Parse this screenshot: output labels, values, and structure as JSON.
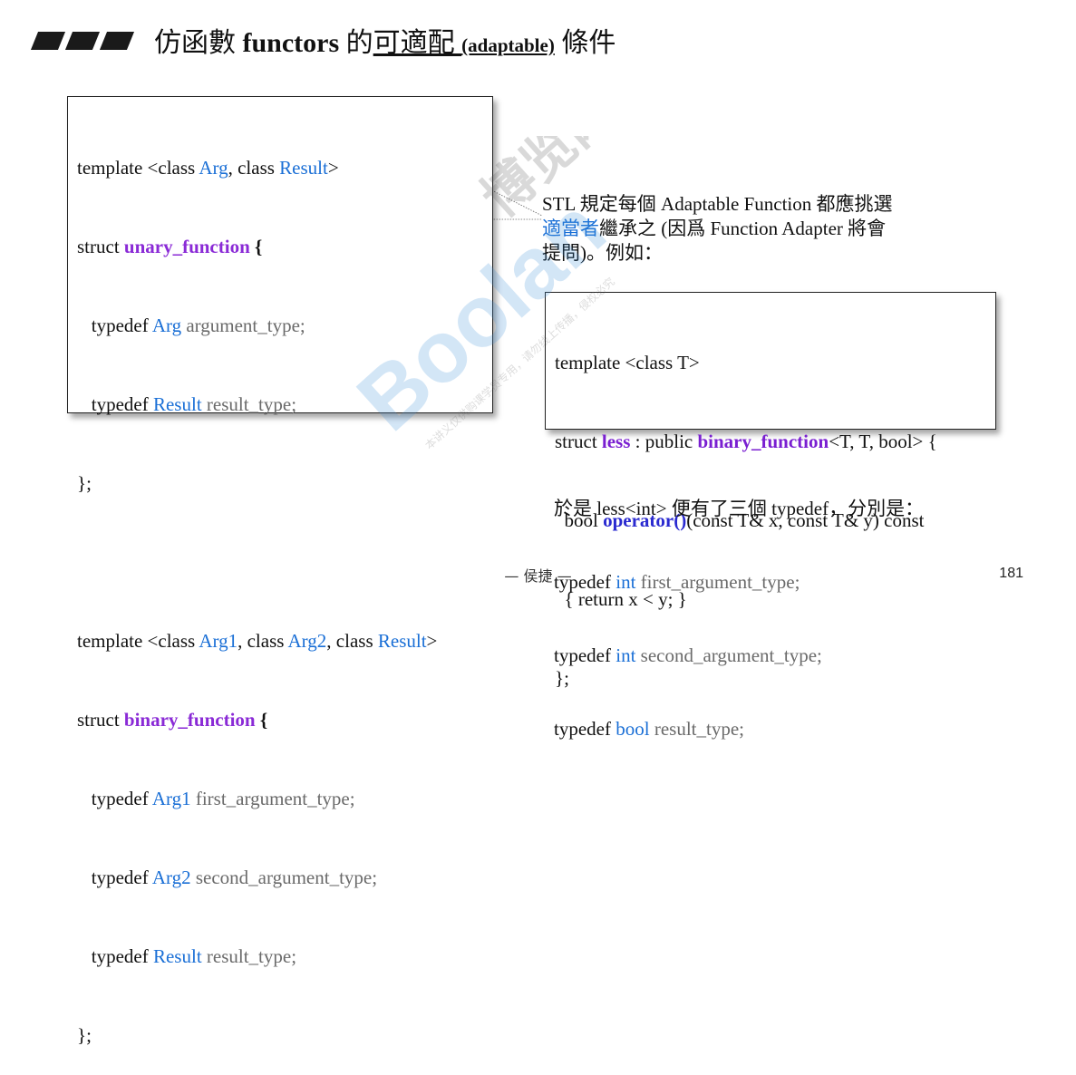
{
  "title": {
    "part1": "仿函數 ",
    "part2": "functors",
    "part3": " 的",
    "part4": "可適配 ",
    "part5": "(adaptable)",
    "part6": " 條件"
  },
  "left_code": {
    "l1a": "template <class ",
    "l1b": "Arg",
    "l1c": ", class ",
    "l1d": "Result",
    "l1e": ">",
    "l2a": "struct ",
    "l2b": "unary_function",
    "l2c": " {",
    "l3a": "   typedef ",
    "l3b": "Arg",
    "l3c": " argument_type;",
    "l4a": "   typedef ",
    "l4b": "Result",
    "l4c": " result_type;",
    "l5": "};",
    "l7a": "template <class ",
    "l7b": "Arg1",
    "l7c": ", class ",
    "l7d": "Arg2",
    "l7e": ", class ",
    "l7f": "Result",
    "l7g": ">",
    "l8a": "struct ",
    "l8b": "binary_function",
    "l8c": " {",
    "l9a": "   typedef ",
    "l9b": "Arg1",
    "l9c": " first_argument_type;",
    "l10a": "   typedef ",
    "l10b": "Arg2",
    "l10c": " second_argument_type;",
    "l11a": "   typedef ",
    "l11b": "Result",
    "l11c": " result_type;",
    "l12": "};"
  },
  "note": {
    "line1": "STL 規定每個 Adaptable Function 都應挑選",
    "line2a": "適當者",
    "line2b": "繼承之 (因爲 Function Adapter 將會",
    "line3": "提問)。例如："
  },
  "right_code": {
    "r1": "template <class T>",
    "r2a": "struct ",
    "r2b": "less",
    "r2c": " : public ",
    "r2d": "binary_function",
    "r2e": "<T, T, bool> {",
    "r3a": "  bool ",
    "r3b": "operator()",
    "r3c": "(const T& x, const T& y) const",
    "r4": "  { return x < y; }",
    "r5": "};"
  },
  "bottom": {
    "b1": "於是 less<int> 便有了三個 typedef，分別是：",
    "b2a": "typedef ",
    "b2b": "int",
    "b2c": " first_argument_type;",
    "b3a": "typedef ",
    "b3b": "int",
    "b3c": " second_argument_type;",
    "b4a": "typedef ",
    "b4b": "bool",
    "b4c": " result_type;"
  },
  "footer": {
    "author": "— 侯捷 —",
    "page": "181"
  },
  "watermark": {
    "brand": "Boolan",
    "cn1": "博览网",
    "cn2": "本讲义仅供购课学员专用，请勿线上传播，侵权必究"
  },
  "colors": {
    "blue": "#1a6fd6",
    "purple": "#8a2ad6",
    "gray": "#6a6a6a",
    "watermark": "#3d8fd8"
  }
}
